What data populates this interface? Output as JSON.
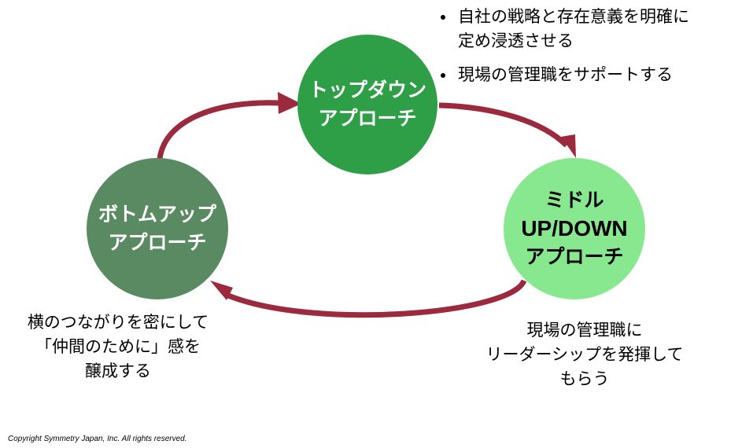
{
  "colors": {
    "arrow": "#9b2a3e",
    "top_circle": "#2e9e47",
    "bottom_left_circle": "#5a8a62",
    "right_circle": "#88e890",
    "top_text": "#ffffff",
    "left_text": "#ffffff",
    "right_text": "#000000"
  },
  "nodes": {
    "top_down": {
      "lines": [
        "トップダウン",
        "アプローチ"
      ]
    },
    "bottom_up": {
      "lines": [
        "ボトムアップ",
        "アプローチ"
      ]
    },
    "middle": {
      "lines": [
        "ミドル",
        "UP/DOWN",
        "アプローチ"
      ]
    }
  },
  "top_down_notes": [
    {
      "lines": [
        "自社の戦略と存在意義を明確に",
        "定め浸透させる"
      ]
    },
    {
      "lines": [
        "現場の管理職をサポートする"
      ]
    }
  ],
  "bottom_up_note": {
    "lines": [
      "横のつながりを密にして",
      "「仲間のために」感を",
      "醸成する"
    ]
  },
  "middle_note": {
    "lines": [
      "現場の管理職に",
      "リーダーシップを発揮して",
      "もらう"
    ]
  },
  "arrows": [
    {
      "from": "bottom_up",
      "to": "top_down"
    },
    {
      "from": "top_down",
      "to": "middle"
    },
    {
      "from": "middle",
      "to": "bottom_up"
    }
  ],
  "copyright": "Copyright Symmetry Japan, Inc.  All rights reserved."
}
